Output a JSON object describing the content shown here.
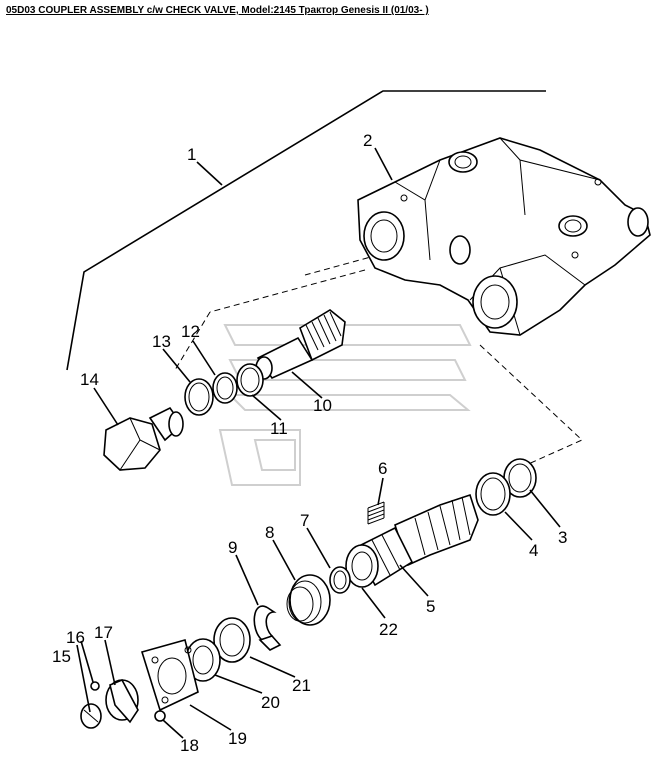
{
  "title": "05D03 COUPLER ASSEMBLY c/w CHECK VALVE, Model:2145 Трактор Genesis II (01/03- )",
  "callouts": [
    {
      "id": "1",
      "text": "1"
    },
    {
      "id": "2",
      "text": "2"
    },
    {
      "id": "3",
      "text": "3"
    },
    {
      "id": "4",
      "text": "4"
    },
    {
      "id": "5",
      "text": "5"
    },
    {
      "id": "6",
      "text": "6"
    },
    {
      "id": "7",
      "text": "7"
    },
    {
      "id": "8",
      "text": "8"
    },
    {
      "id": "9",
      "text": "9"
    },
    {
      "id": "10",
      "text": "10"
    },
    {
      "id": "11",
      "text": "11"
    },
    {
      "id": "12",
      "text": "12"
    },
    {
      "id": "13",
      "text": "13"
    },
    {
      "id": "14",
      "text": "14"
    },
    {
      "id": "15",
      "text": "15"
    },
    {
      "id": "16",
      "text": "16"
    },
    {
      "id": "17",
      "text": "17"
    },
    {
      "id": "18",
      "text": "18"
    },
    {
      "id": "19",
      "text": "19"
    },
    {
      "id": "20",
      "text": "20"
    },
    {
      "id": "21",
      "text": "21"
    },
    {
      "id": "22",
      "text": "22"
    }
  ]
}
